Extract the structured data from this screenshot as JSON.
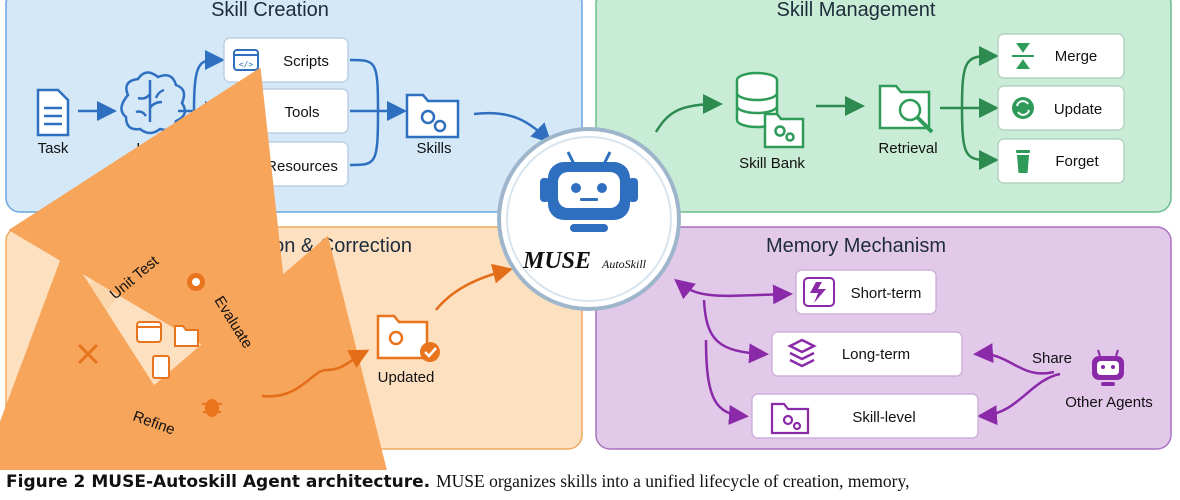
{
  "panels": {
    "skill_creation": {
      "title": "Skill Creation",
      "task": "Task",
      "llm": "LLM",
      "scripts": "Scripts",
      "tools": "Tools",
      "resources": "Resources",
      "skills": "Skills"
    },
    "skill_management": {
      "title": "Skill Management",
      "skill_bank": "Skill Bank",
      "retrieval": "Retrieval",
      "merge": "Merge",
      "update": "Update",
      "forget": "Forget"
    },
    "self_evolution": {
      "title": "Self-Evolution & Correction",
      "unit_test": "Unit Test",
      "evaluate": "Evaluate",
      "refine": "Refine",
      "updated": "Updated"
    },
    "memory": {
      "title": "Memory Mechanism",
      "short_term": "Short-term",
      "long_term": "Long-term",
      "skill_level": "Skill-level",
      "share": "Share",
      "other_agents": "Other Agents"
    }
  },
  "center": {
    "logo_main": "MUSE",
    "logo_sub": "AutoSkill"
  },
  "caption": {
    "figure": "Figure 2",
    "title": "MUSE-Autoskill Agent architecture.",
    "text": "MUSE organizes skills into a unified lifecycle of creation, memory,"
  },
  "colors": {
    "blue_bg": "#d4e8f8",
    "blue_stroke": "#5b9bd5",
    "blue_icon": "#2f6fc0",
    "green_bg": "#c9ecd6",
    "green_stroke": "#66b98a",
    "green_icon": "#2e9b58",
    "orange_bg": "#fde0c0",
    "orange_stroke": "#f0a95e",
    "orange_icon": "#e8741e",
    "purple_bg": "#e2c9ea",
    "purple_stroke": "#a873bf",
    "purple_icon": "#8a2aa8"
  }
}
